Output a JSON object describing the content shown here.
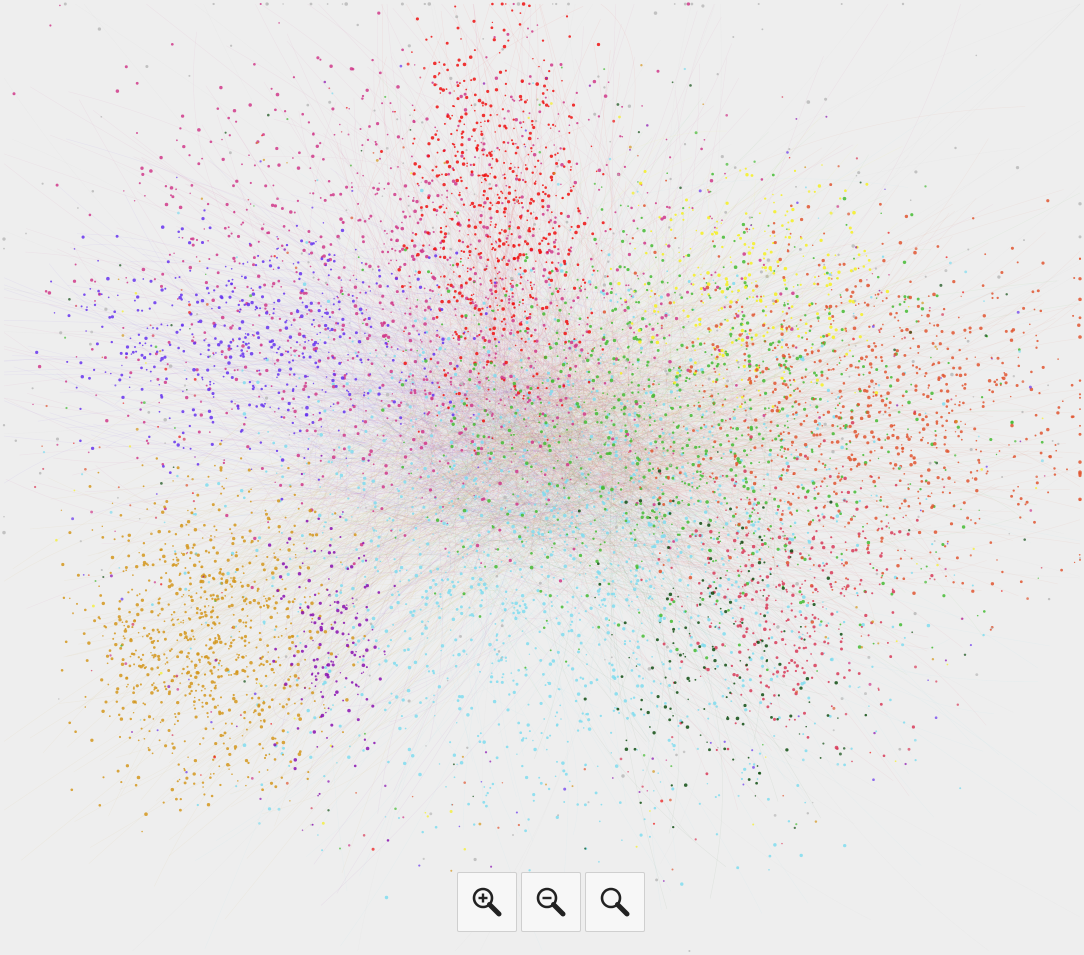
{
  "graph": {
    "background": "#eeeeee",
    "clusters": [
      {
        "name": "red",
        "color": "#ee1111"
      },
      {
        "name": "magenta-pink",
        "color": "#d0388a"
      },
      {
        "name": "violet",
        "color": "#6633ee"
      },
      {
        "name": "orange-gold",
        "color": "#d4961c"
      },
      {
        "name": "purple",
        "color": "#8a10b0"
      },
      {
        "name": "light-cyan",
        "color": "#7fdcef"
      },
      {
        "name": "green",
        "color": "#44bb33"
      },
      {
        "name": "yellow",
        "color": "#f5f020"
      },
      {
        "name": "orange-red",
        "color": "#e05530"
      },
      {
        "name": "crimson",
        "color": "#d83a58"
      },
      {
        "name": "dark-green",
        "color": "#0f4d12"
      },
      {
        "name": "grey",
        "color": "#b8b8b8"
      }
    ]
  },
  "toolbar": {
    "zoom_in": {
      "icon": "zoom-in-icon"
    },
    "zoom_out": {
      "icon": "zoom-out-icon"
    },
    "zoom_reset": {
      "icon": "zoom-reset-icon"
    }
  }
}
